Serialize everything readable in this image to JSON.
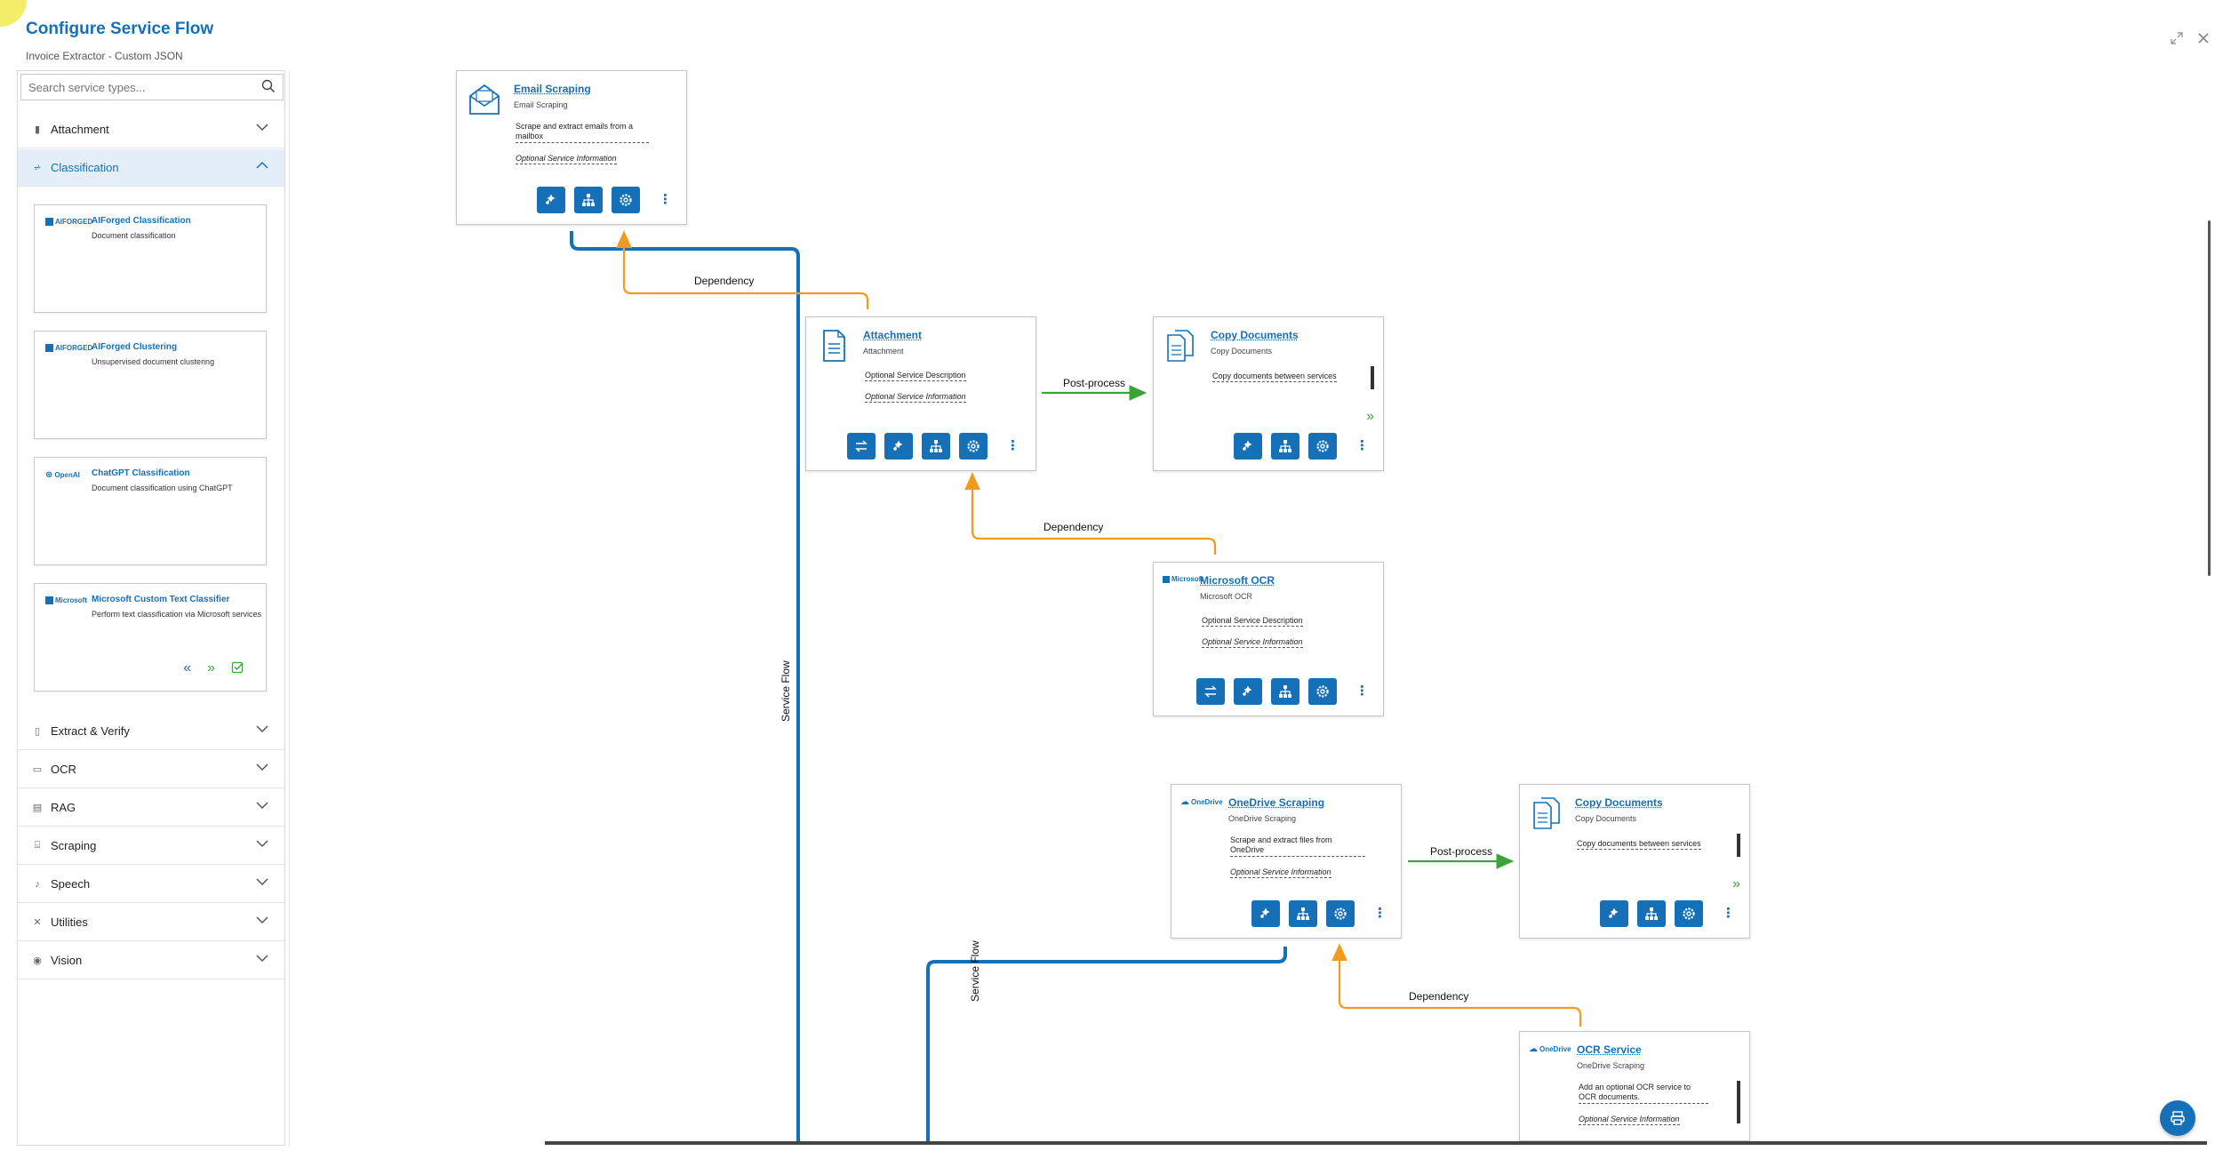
{
  "header": {
    "title": "Configure Service Flow",
    "subtitle": "Invoice Extractor - Custom JSON"
  },
  "search": {
    "placeholder": "Search service types..."
  },
  "sidebar": {
    "categories": [
      {
        "label": "Attachment",
        "icon": "paperclip-icon"
      },
      {
        "label": "Classification",
        "icon": "hierarchy-icon",
        "expanded": true
      },
      {
        "label": "Extract & Verify",
        "icon": "document-icon"
      },
      {
        "label": "OCR",
        "icon": "scan-icon"
      },
      {
        "label": "RAG",
        "icon": "database-icon"
      },
      {
        "label": "Scraping",
        "icon": "scraper-icon"
      },
      {
        "label": "Speech",
        "icon": "microphone-icon"
      },
      {
        "label": "Utilities",
        "icon": "tools-icon"
      },
      {
        "label": "Vision",
        "icon": "eye-icon"
      }
    ],
    "classification_services": [
      {
        "logo": "AIFORGED",
        "name": "AIForged Classification",
        "description": "Document classification"
      },
      {
        "logo": "AIFORGED",
        "name": "AIForged Clustering",
        "description": "Unsupervised document clustering"
      },
      {
        "logo": "OpenAI",
        "name": "ChatGPT Classification",
        "description": "Document classification using ChatGPT"
      },
      {
        "logo": "Microsoft",
        "name": "Microsoft Custom Text Classifier",
        "description": "Perform text classification via Microsoft services"
      }
    ]
  },
  "nodes": {
    "email_scraping": {
      "title": "Email Scraping",
      "type": "Email Scraping",
      "description": "Scrape and extract emails from a mailbox",
      "info": "Optional Service Information"
    },
    "attachment": {
      "title": "Attachment",
      "type": "Attachment",
      "description": "Optional Service Description",
      "info": "Optional Service Information"
    },
    "copy_documents_1": {
      "title": "Copy Documents",
      "type": "Copy Documents",
      "description": "Copy documents between services"
    },
    "microsoft_ocr": {
      "logo": "Microsoft",
      "title": "Microsoft OCR",
      "type": "Microsoft OCR",
      "description": "Optional Service Description",
      "info": "Optional Service Information"
    },
    "onedrive_scraping": {
      "logo": "OneDrive",
      "title": "OneDrive Scraping",
      "type": "OneDrive Scraping",
      "description": "Scrape and extract files from OneDrive",
      "info": "Optional Service Information"
    },
    "copy_documents_2": {
      "title": "Copy Documents",
      "type": "Copy Documents",
      "description": "Copy documents between services"
    },
    "ocr_service": {
      "logo": "OneDrive",
      "title": "OCR Service",
      "type": "OneDrive Scraping",
      "description": "Add an optional OCR service to OCR documents.",
      "info": "Optional Service Information"
    }
  },
  "edges": {
    "dependency": "Dependency",
    "post_process": "Post-process",
    "service_flow": "Service Flow"
  },
  "colors": {
    "accent": "#1670b8",
    "dependency": "#f29a1d",
    "post_process": "#3aa33a",
    "flow": "#1670b8"
  }
}
